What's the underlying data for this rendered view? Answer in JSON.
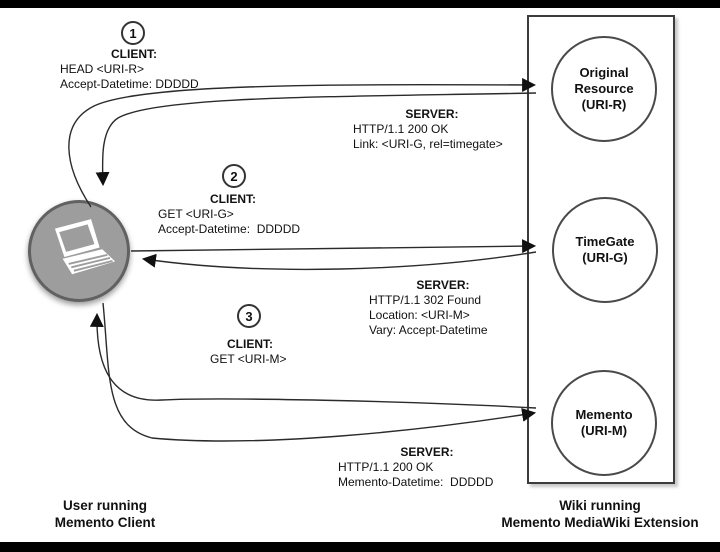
{
  "colors": {
    "background": "#ffffff",
    "frame_bar": "#000000",
    "line": "#2b2b2b",
    "text": "#111111",
    "client_fill": "#9d9d9d",
    "client_border": "#616161",
    "node_fill": "#ffffff",
    "node_border": "#4a4a4a",
    "box_border": "#3c3c3c"
  },
  "client": {
    "icon": "laptop-icon",
    "caption_lines": [
      "User running",
      "Memento Client"
    ]
  },
  "server_box": {
    "caption_lines": [
      "Wiki running",
      "Memento MediaWiki Extension"
    ],
    "nodes": [
      {
        "lines": [
          "Original",
          "Resource",
          "(URI-R)"
        ]
      },
      {
        "lines": [
          "TimeGate",
          "(URI-G)"
        ]
      },
      {
        "lines": [
          "Memento",
          "(URI-M)"
        ]
      }
    ]
  },
  "steps": [
    {
      "number": "1",
      "client_title": "CLIENT:",
      "client_lines": [
        "HEAD <URI-R>",
        "Accept-Datetime: DDDDD"
      ],
      "server_title": "SERVER:",
      "server_lines": [
        "HTTP/1.1 200 OK",
        "Link: <URI-G, rel=timegate>"
      ]
    },
    {
      "number": "2",
      "client_title": "CLIENT:",
      "client_lines": [
        "GET <URI-G>",
        "Accept-Datetime:  DDDDD"
      ],
      "server_title": "SERVER:",
      "server_lines": [
        "HTTP/1.1 302 Found",
        "Location: <URI-M>",
        "Vary: Accept-Datetime"
      ]
    },
    {
      "number": "3",
      "client_title": "CLIENT:",
      "client_lines": [
        "GET <URI-M>"
      ],
      "server_title": "SERVER:",
      "server_lines": [
        "HTTP/1.1 200 OK",
        "Memento-Datetime:  DDDDD"
      ]
    }
  ]
}
